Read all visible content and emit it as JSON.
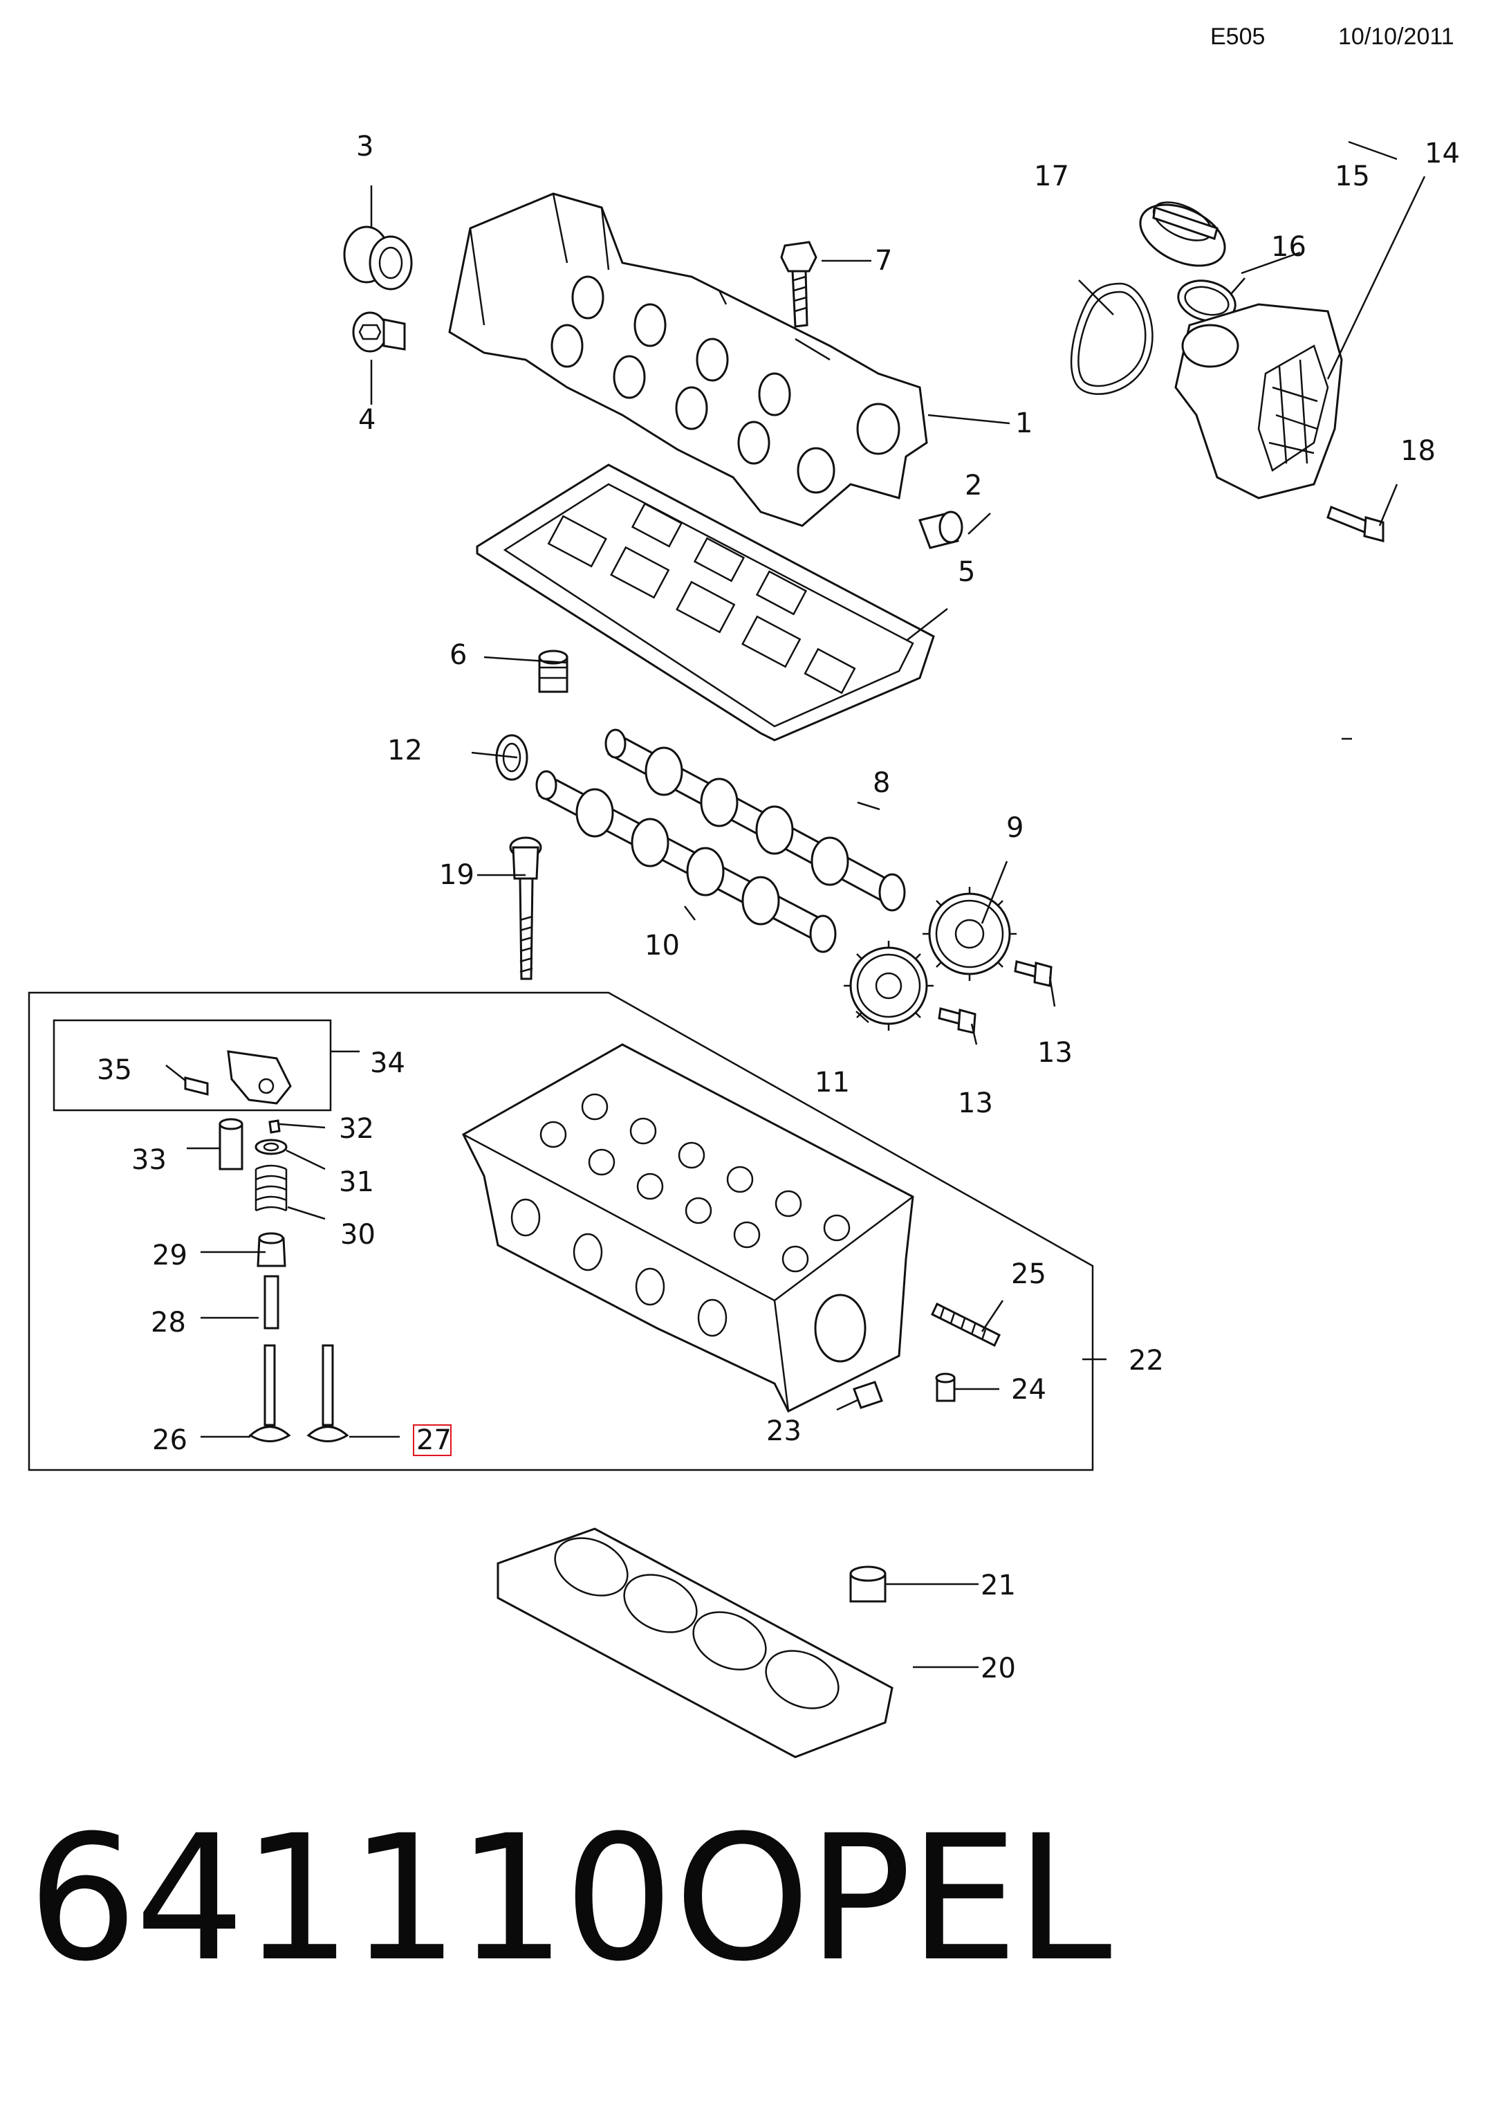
{
  "header": {
    "code": "E505",
    "date": "10/10/2011"
  },
  "footer": {
    "part_number": "641110",
    "brand": "OPEL"
  },
  "callouts": {
    "c1": "1",
    "c2": "2",
    "c3": "3",
    "c4": "4",
    "c5": "5",
    "c6": "6",
    "c7": "7",
    "c8": "8",
    "c9": "9",
    "c10": "10",
    "c11": "11",
    "c13a": "13",
    "c13b": "13",
    "c12": "12",
    "c14": "14",
    "c15": "15",
    "c16": "16",
    "c17": "17",
    "c18": "18",
    "c19": "19",
    "c20": "20",
    "c21": "21",
    "c22": "22",
    "c23": "23",
    "c24": "24",
    "c25": "25",
    "c26": "26",
    "c27": "27",
    "c28": "28",
    "c29": "29",
    "c30": "30",
    "c31": "31",
    "c32": "32",
    "c33": "33",
    "c34": "34",
    "c35": "35"
  },
  "highlight_color": "#e0141e"
}
